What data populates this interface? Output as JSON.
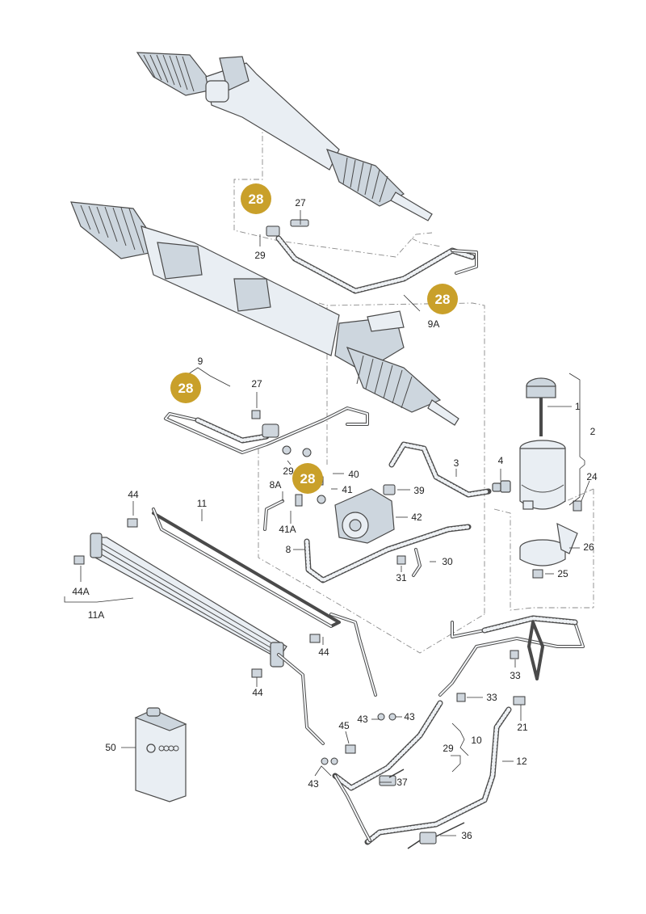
{
  "diagram": {
    "badge_color": "#c9a02a",
    "callout_badges": [
      {
        "id": "badge-1",
        "text": "28"
      },
      {
        "id": "badge-2",
        "text": "28"
      },
      {
        "id": "badge-3",
        "text": "28"
      },
      {
        "id": "badge-4",
        "text": "28"
      }
    ],
    "part_labels": [
      {
        "id": "p1",
        "text": "27"
      },
      {
        "id": "p2",
        "text": "29"
      },
      {
        "id": "p3",
        "text": "9A"
      },
      {
        "id": "p4",
        "text": "9"
      },
      {
        "id": "p5",
        "text": "27"
      },
      {
        "id": "p6",
        "text": "29"
      },
      {
        "id": "p7",
        "text": "40"
      },
      {
        "id": "p8",
        "text": "8A"
      },
      {
        "id": "p9",
        "text": "41"
      },
      {
        "id": "p10",
        "text": "39"
      },
      {
        "id": "p11",
        "text": "3"
      },
      {
        "id": "p12",
        "text": "4"
      },
      {
        "id": "p13",
        "text": "1"
      },
      {
        "id": "p14",
        "text": "2"
      },
      {
        "id": "p15",
        "text": "24"
      },
      {
        "id": "p16",
        "text": "44"
      },
      {
        "id": "p17",
        "text": "11"
      },
      {
        "id": "p18",
        "text": "42"
      },
      {
        "id": "p19",
        "text": "41A"
      },
      {
        "id": "p20",
        "text": "26"
      },
      {
        "id": "p21",
        "text": "8"
      },
      {
        "id": "p22",
        "text": "30"
      },
      {
        "id": "p23",
        "text": "31"
      },
      {
        "id": "p24",
        "text": "25"
      },
      {
        "id": "p25",
        "text": "44A"
      },
      {
        "id": "p26",
        "text": "11A"
      },
      {
        "id": "p27",
        "text": "44"
      },
      {
        "id": "p28",
        "text": "33"
      },
      {
        "id": "p29",
        "text": "44"
      },
      {
        "id": "p30",
        "text": "33"
      },
      {
        "id": "p31",
        "text": "43"
      },
      {
        "id": "p32",
        "text": "43"
      },
      {
        "id": "p33",
        "text": "21"
      },
      {
        "id": "p34",
        "text": "45"
      },
      {
        "id": "p35",
        "text": "10"
      },
      {
        "id": "p36",
        "text": "29"
      },
      {
        "id": "p37",
        "text": "12"
      },
      {
        "id": "p38",
        "text": "50"
      },
      {
        "id": "p39",
        "text": "43"
      },
      {
        "id": "p40",
        "text": "37"
      },
      {
        "id": "p41",
        "text": "36"
      }
    ]
  }
}
